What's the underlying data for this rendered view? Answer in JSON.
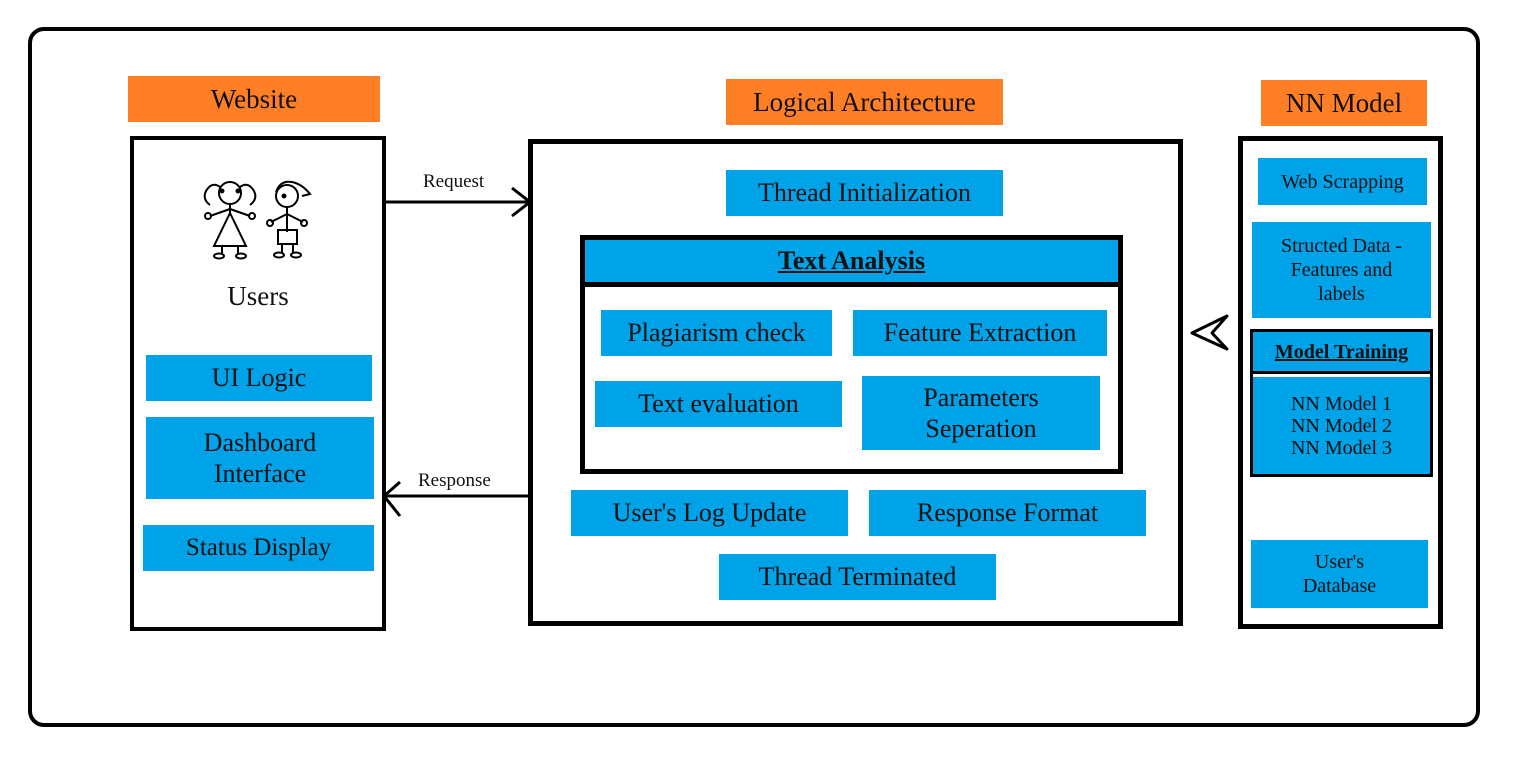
{
  "sections": {
    "website": "Website",
    "logical": "Logical Architecture",
    "nn": "NN Model"
  },
  "website": {
    "users_label": "Users",
    "ui_logic": "UI Logic",
    "dashboard_line1": "Dashboard",
    "dashboard_line2": "Interface",
    "status_display": "Status Display"
  },
  "arrows": {
    "request": "Request",
    "response": "Response"
  },
  "logical": {
    "thread_init": "Thread Initialization",
    "text_analysis": "Text Analysis",
    "plagiarism": "Plagiarism check",
    "feature_extraction": "Feature Extraction",
    "text_evaluation": "Text evaluation",
    "params_line1": "Parameters",
    "params_line2": "Seperation",
    "log_update": "User's Log Update",
    "response_format": "Response Format",
    "thread_terminated": "Thread Terminated"
  },
  "nn": {
    "web_scrapping": "Web Scrapping",
    "structured_line1": "Structed Data -",
    "structured_line2": "Features and",
    "structured_line3": "labels",
    "model_training": "Model Training",
    "model1": "NN Model 1",
    "model2": "NN Model 2",
    "model3": "NN Model 3",
    "db_line1": "User's",
    "db_line2": "Database"
  },
  "colors": {
    "accent_orange": "#ff7f27",
    "box_blue": "#00a2e8",
    "border": "#000000"
  },
  "icons": [
    "girl-stick-figure-icon",
    "boy-stick-figure-icon",
    "arrowhead-icon"
  ]
}
